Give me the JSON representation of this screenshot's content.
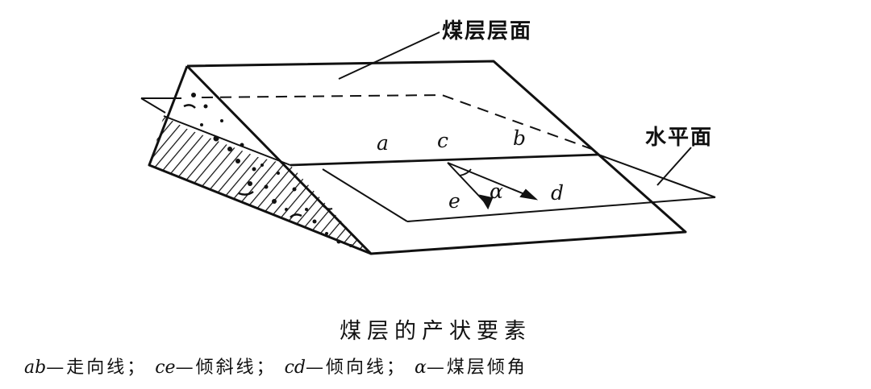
{
  "labels": {
    "seam_surface": "煤层层面",
    "horizontal_plane": "水平面"
  },
  "points": {
    "a": "a",
    "b": "b",
    "c": "c",
    "d": "d",
    "e": "e",
    "alpha": "α"
  },
  "caption": {
    "title": "煤层的产状要素",
    "legend": [
      {
        "symbol": "ab",
        "dash": "—",
        "meaning": "走向线",
        "sep": "；"
      },
      {
        "symbol": "ce",
        "dash": "—",
        "meaning": "倾斜线",
        "sep": "；"
      },
      {
        "symbol": "cd",
        "dash": "—",
        "meaning": "倾向线",
        "sep": "；"
      },
      {
        "symbol": "α",
        "dash": "—",
        "meaning": "煤层倾角",
        "sep": ""
      }
    ]
  }
}
